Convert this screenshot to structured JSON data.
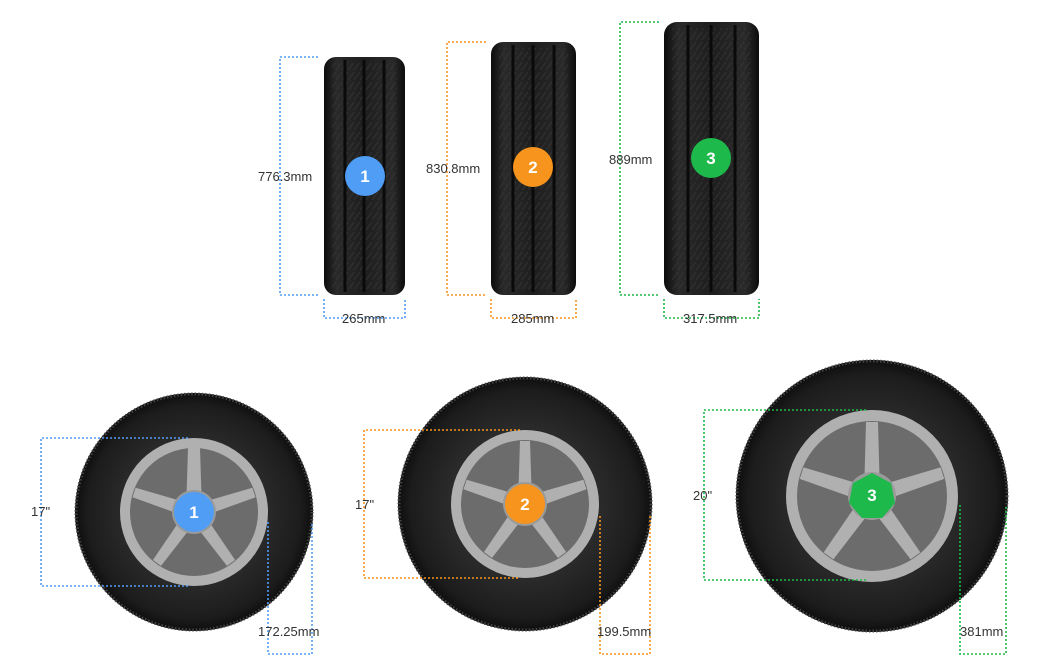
{
  "colors": {
    "blue": "#4f9df5",
    "orange": "#f7941d",
    "green": "#1db94a",
    "tire": "#1b1b1b",
    "rim": "#b0b0b0",
    "label": "#333333"
  },
  "tread_view": [
    {
      "id": "1",
      "color_key": "blue",
      "height_label": "776.3mm",
      "width_label": "265mm"
    },
    {
      "id": "2",
      "color_key": "orange",
      "height_label": "830.8mm",
      "width_label": "285mm"
    },
    {
      "id": "3",
      "color_key": "green",
      "height_label": "889mm",
      "width_label": "317.5mm"
    }
  ],
  "side_view": [
    {
      "id": "1",
      "color_key": "blue",
      "rim_label": "17\"",
      "sidewall_label": "172.25mm"
    },
    {
      "id": "2",
      "color_key": "orange",
      "rim_label": "17\"",
      "sidewall_label": "199.5mm"
    },
    {
      "id": "3",
      "color_key": "green",
      "rim_label": "20\"",
      "sidewall_label": "381mm"
    }
  ]
}
